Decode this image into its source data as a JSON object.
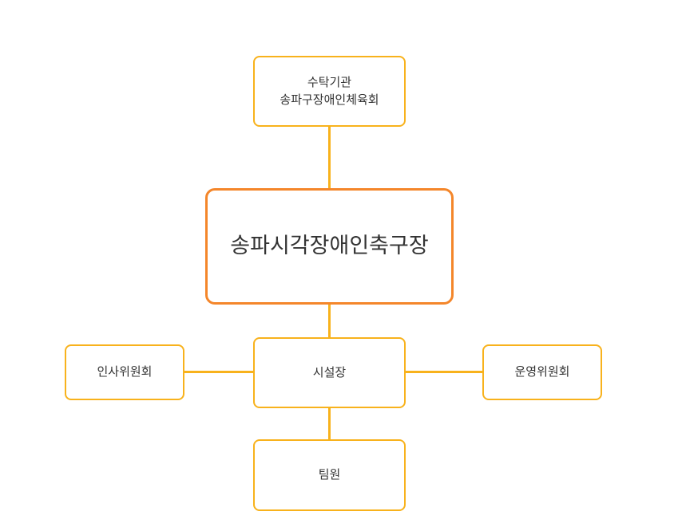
{
  "nodes": {
    "parent": {
      "line1": "수탁기관",
      "line2": "송파구장애인체육회"
    },
    "main": {
      "label": "송파시각장애인축구장"
    },
    "director": {
      "label": "시설장"
    },
    "hr_committee": {
      "label": "인사위원회"
    },
    "ops_committee": {
      "label": "운영위원회"
    },
    "team": {
      "label": "팀원"
    }
  },
  "colors": {
    "box_border": "#f8b21c",
    "main_border": "#f4862a"
  }
}
